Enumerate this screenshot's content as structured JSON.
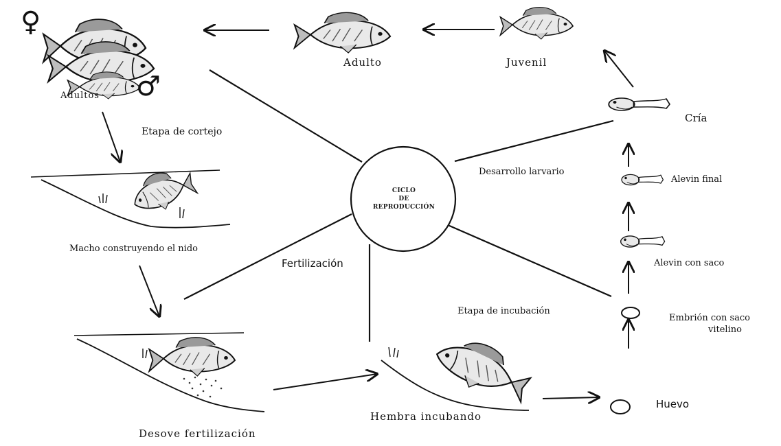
{
  "center": {
    "line1": "CICLO",
    "line2": "DE",
    "line3": "REPRODUCCIÓN"
  },
  "symbols": {
    "female": "♀",
    "male": "♂"
  },
  "labels": {
    "adultos": "Adultos",
    "adulto": "Adulto",
    "juvenil": "Juvenil",
    "cria": "Cría",
    "etapa_cortejo": "Etapa de cortejo",
    "desarrollo_larvario": "Desarrollo larvario",
    "alevin_final": "Alevin final",
    "macho_nido": "Macho construyendo el nido",
    "fertilizacion": "Fertilización",
    "alevin_saco": "Alevin con saco",
    "etapa_incubacion": "Etapa de incubación",
    "embrion_line1": "Embrión con saco",
    "embrion_line2": "vitelino",
    "huevo": "Huevo",
    "hembra": "Hembra incubando",
    "desove": "Desove  fertilización"
  },
  "colors": {
    "ink": "#111111",
    "fish_fill": "#e9e9e9",
    "background": "#ffffff"
  }
}
